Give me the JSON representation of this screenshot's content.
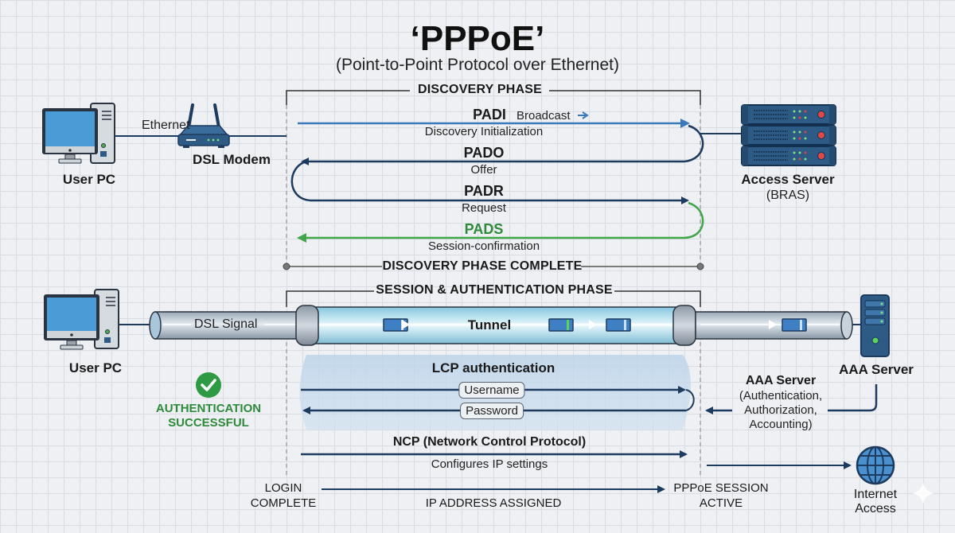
{
  "header": {
    "title": "‘PPPoE’",
    "subtitle": "(Point-to-Point Protocol over Ethernet)"
  },
  "discovery": {
    "phase_label": "DISCOVERY PHASE",
    "complete_label": "DISCOVERY PHASE COMPLETE",
    "messages": [
      {
        "name": "PADI",
        "description": "Discovery Initialization",
        "note": "Broadcast",
        "direction": "to-server",
        "color": "#3a7ab8"
      },
      {
        "name": "PADO",
        "description": "Offer",
        "direction": "to-client",
        "color": "#1d3a5f"
      },
      {
        "name": "PADR",
        "description": "Request",
        "direction": "to-server",
        "color": "#1d3a5f"
      },
      {
        "name": "PADS",
        "description": "Session-confirmation",
        "direction": "to-client",
        "color": "#3fa64a"
      }
    ]
  },
  "devices_top": {
    "user_pc": "User PC",
    "link_label": "Ethernet",
    "modem": "DSL Modem",
    "access_server": "Access Server",
    "access_server_sub": "(BRAS)"
  },
  "session": {
    "phase_label": "SESSION & AUTHENTICATION PHASE",
    "user_pc": "User PC",
    "dsl_signal": "DSL Signal",
    "tunnel": "Tunnel",
    "aaa_server_icon_label": "AAA Server",
    "lcp_label": "LCP authentication",
    "username": "Username",
    "password": "Password",
    "aaa_title": "AAA Server",
    "aaa_lines": [
      "(Authentication,",
      "Authorization,",
      "Accounting)"
    ],
    "auth_status_lines": [
      "AUTHENTICATION",
      "SUCCESSFUL"
    ],
    "ncp_label": "NCP (Network Control Protocol)",
    "ncp_desc": "Configures IP settings",
    "login_lines": [
      "LOGIN",
      "COMPLETE"
    ],
    "ip_assigned": "IP ADDRESS ASSIGNED",
    "session_active_lines": [
      "PPPoE SESSION",
      "ACTIVE"
    ],
    "internet_lines": [
      "Internet",
      "Access"
    ]
  },
  "colors": {
    "navy": "#1d3a5f",
    "blue": "#3a7ab8",
    "green": "#3fa64a",
    "device": "#2e5b86"
  }
}
